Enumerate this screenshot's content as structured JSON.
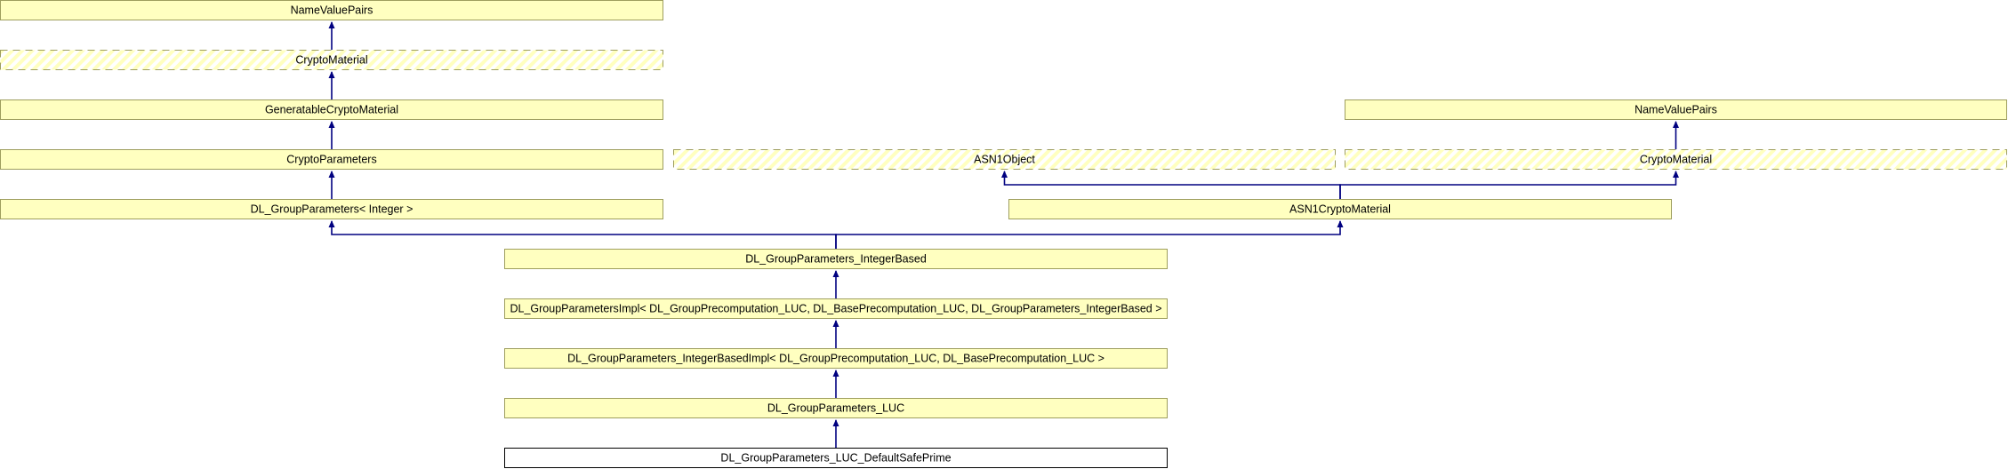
{
  "diagram": {
    "type": "class-inheritance-graph",
    "colors": {
      "node_fill": "#ffffc0",
      "node_border": "#9e9e5e",
      "focus_fill": "#ffffff",
      "focus_border": "#000000",
      "edge": "#000080"
    },
    "nodes": [
      {
        "id": "nvp1",
        "label": "NameValuePairs",
        "style": "solid"
      },
      {
        "id": "cm1",
        "label": "CryptoMaterial",
        "style": "dashed"
      },
      {
        "id": "gcm",
        "label": "GeneratableCryptoMaterial",
        "style": "solid"
      },
      {
        "id": "cp",
        "label": "CryptoParameters",
        "style": "solid"
      },
      {
        "id": "dlgpi",
        "label": "DL_GroupParameters< Integer >",
        "style": "solid"
      },
      {
        "id": "nvp2",
        "label": "NameValuePairs",
        "style": "solid"
      },
      {
        "id": "asn1obj",
        "label": "ASN1Object",
        "style": "dashed"
      },
      {
        "id": "cm2",
        "label": "CryptoMaterial",
        "style": "dashed"
      },
      {
        "id": "asn1cm",
        "label": "ASN1CryptoMaterial",
        "style": "solid"
      },
      {
        "id": "ib",
        "label": "DL_GroupParameters_IntegerBased",
        "style": "solid"
      },
      {
        "id": "impl",
        "label": "DL_GroupParametersImpl< DL_GroupPrecomputation_LUC, DL_BasePrecomputation_LUC, DL_GroupParameters_IntegerBased >",
        "style": "solid"
      },
      {
        "id": "ibimpl",
        "label": "DL_GroupParameters_IntegerBasedImpl< DL_GroupPrecomputation_LUC, DL_BasePrecomputation_LUC >",
        "style": "solid"
      },
      {
        "id": "luc",
        "label": "DL_GroupParameters_LUC",
        "style": "solid"
      },
      {
        "id": "safeprime",
        "label": "DL_GroupParameters_LUC_DefaultSafePrime",
        "style": "focus"
      }
    ],
    "edges": [
      {
        "from": "cm1",
        "to": "nvp1"
      },
      {
        "from": "gcm",
        "to": "cm1"
      },
      {
        "from": "cp",
        "to": "gcm"
      },
      {
        "from": "dlgpi",
        "to": "cp"
      },
      {
        "from": "cm2",
        "to": "nvp2"
      },
      {
        "from": "asn1cm",
        "to": "asn1obj"
      },
      {
        "from": "asn1cm",
        "to": "cm2"
      },
      {
        "from": "ib",
        "to": "dlgpi"
      },
      {
        "from": "ib",
        "to": "asn1cm"
      },
      {
        "from": "impl",
        "to": "ib"
      },
      {
        "from": "ibimpl",
        "to": "impl"
      },
      {
        "from": "luc",
        "to": "ibimpl"
      },
      {
        "from": "safeprime",
        "to": "luc"
      }
    ]
  }
}
